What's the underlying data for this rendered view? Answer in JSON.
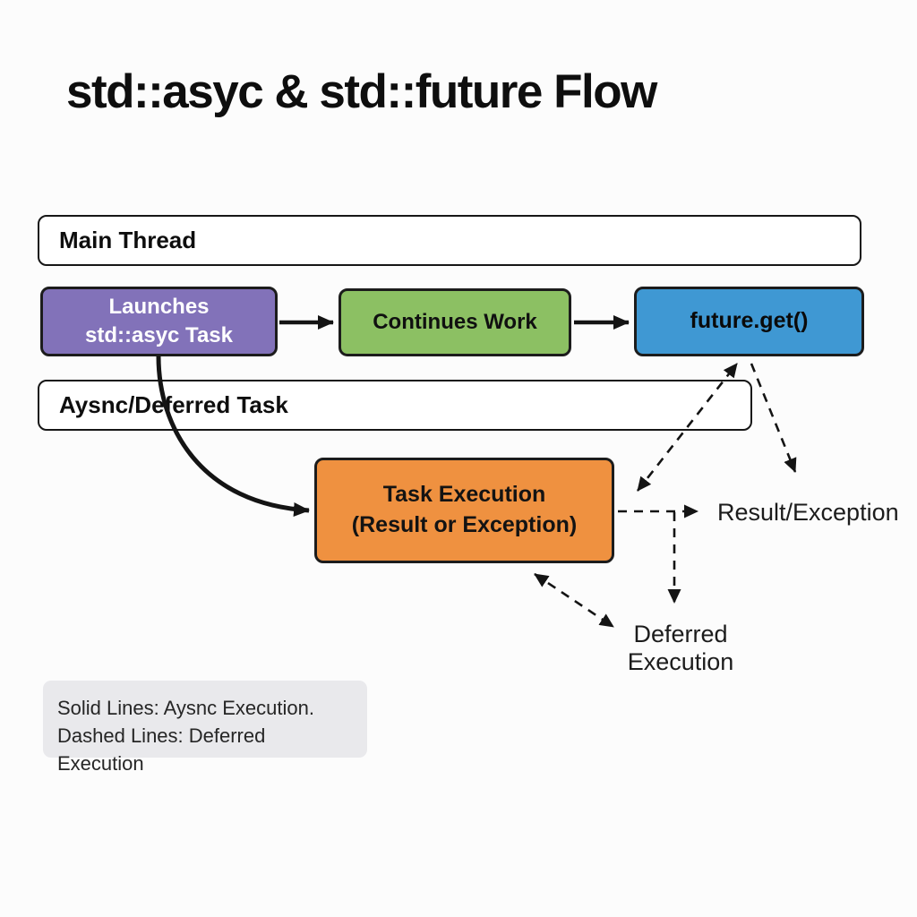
{
  "title": "std::asyc & std::future Flow",
  "lanes": {
    "main_thread": {
      "label": "Main Thread"
    },
    "async_deferred": {
      "label": "Aysnc/Deferred Task"
    }
  },
  "nodes": {
    "launches": {
      "label_line1": "Launches",
      "label_line2": "std::asyc Task",
      "fill": "#8272b9",
      "text_color": "#ffffff"
    },
    "continues": {
      "label": "Continues Work",
      "fill": "#8cc063",
      "text_color": "#101010"
    },
    "future_get": {
      "label": "future.get()",
      "fill": "#3f98d3",
      "text_color": "#0a0a0a"
    },
    "task_execution": {
      "label_line1": "Task Execution",
      "label_line2": "(Result or Exception)",
      "fill": "#ef9140",
      "text_color": "#131313"
    }
  },
  "annotations": {
    "result_exception": "Result/Exception",
    "deferred_execution_line1": "Deferred",
    "deferred_execution_line2": "Execution"
  },
  "legend": {
    "line1": "Solid Lines: Aysnc Execution.",
    "line2": "Dashed Lines: Deferred Execution",
    "background": "#e9e9ec"
  },
  "colors": {
    "background": "#fcfcfc",
    "line": "#141414"
  }
}
